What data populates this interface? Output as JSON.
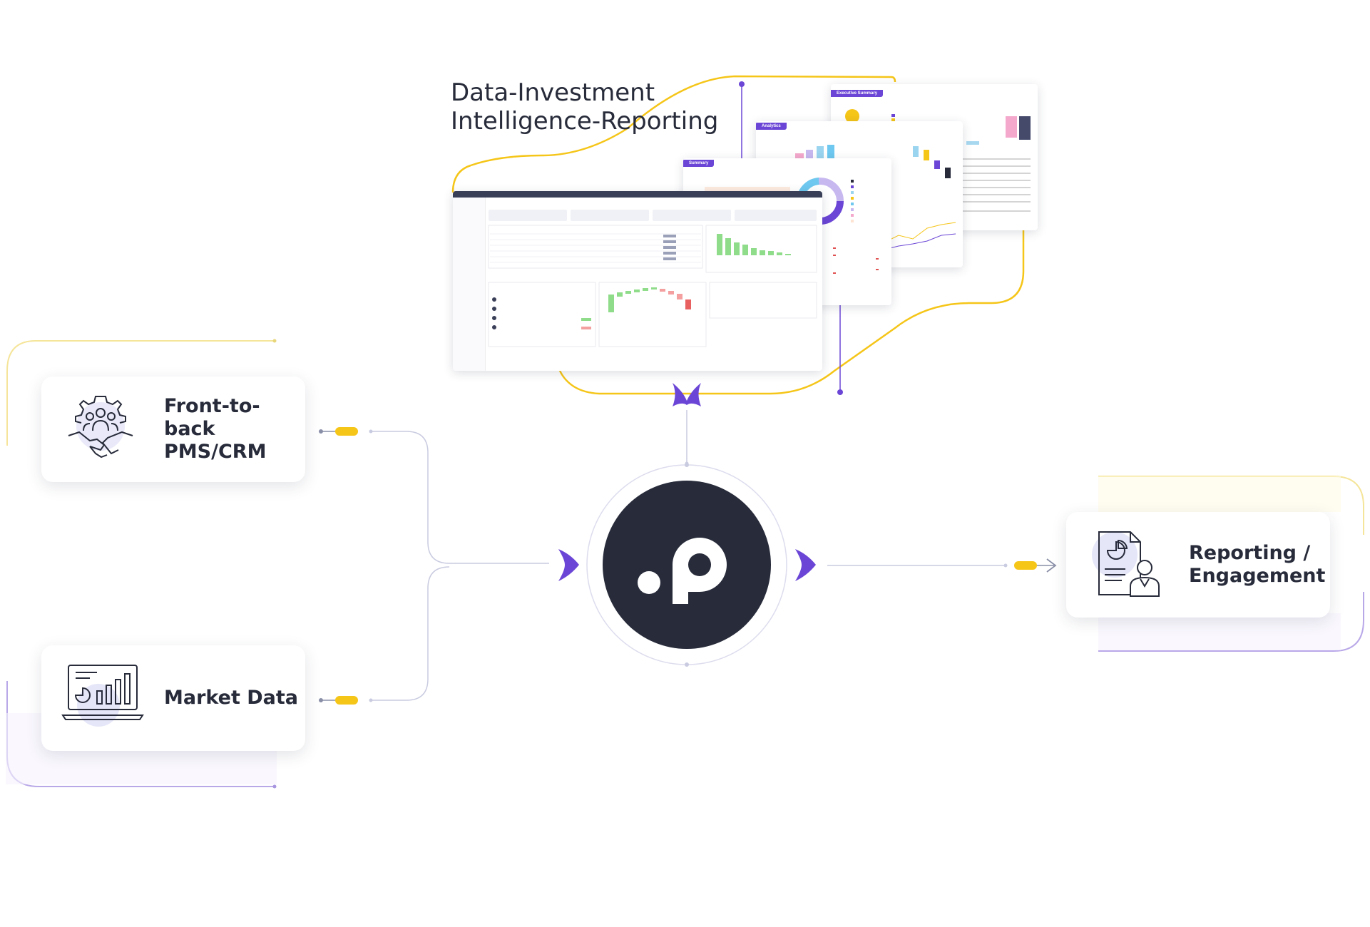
{
  "headline": {
    "line1": "Data-Investment",
    "line2": "Intelligence-Reporting"
  },
  "sources": [
    {
      "label_lines": [
        "Front-to-",
        "back",
        "PMS/CRM"
      ],
      "icon": "gear-handshake-team-icon"
    },
    {
      "label": "Market Data",
      "icon": "laptop-chart-icon"
    }
  ],
  "destination": {
    "label_lines": [
      "Reporting /",
      "Engagement"
    ],
    "icon": "report-person-icon"
  },
  "hub": {
    "logo_icon": "dot-p-logo-icon"
  },
  "screenshots": {
    "summary_tag": "Summary",
    "analytics_tag": "Analytics",
    "executive_tag": "Executive Summary"
  },
  "colors": {
    "accent_purple": "#6b46d6",
    "accent_yellow": "#f5c518",
    "dark": "#272b3a",
    "line_grey": "#c9cbe0"
  }
}
